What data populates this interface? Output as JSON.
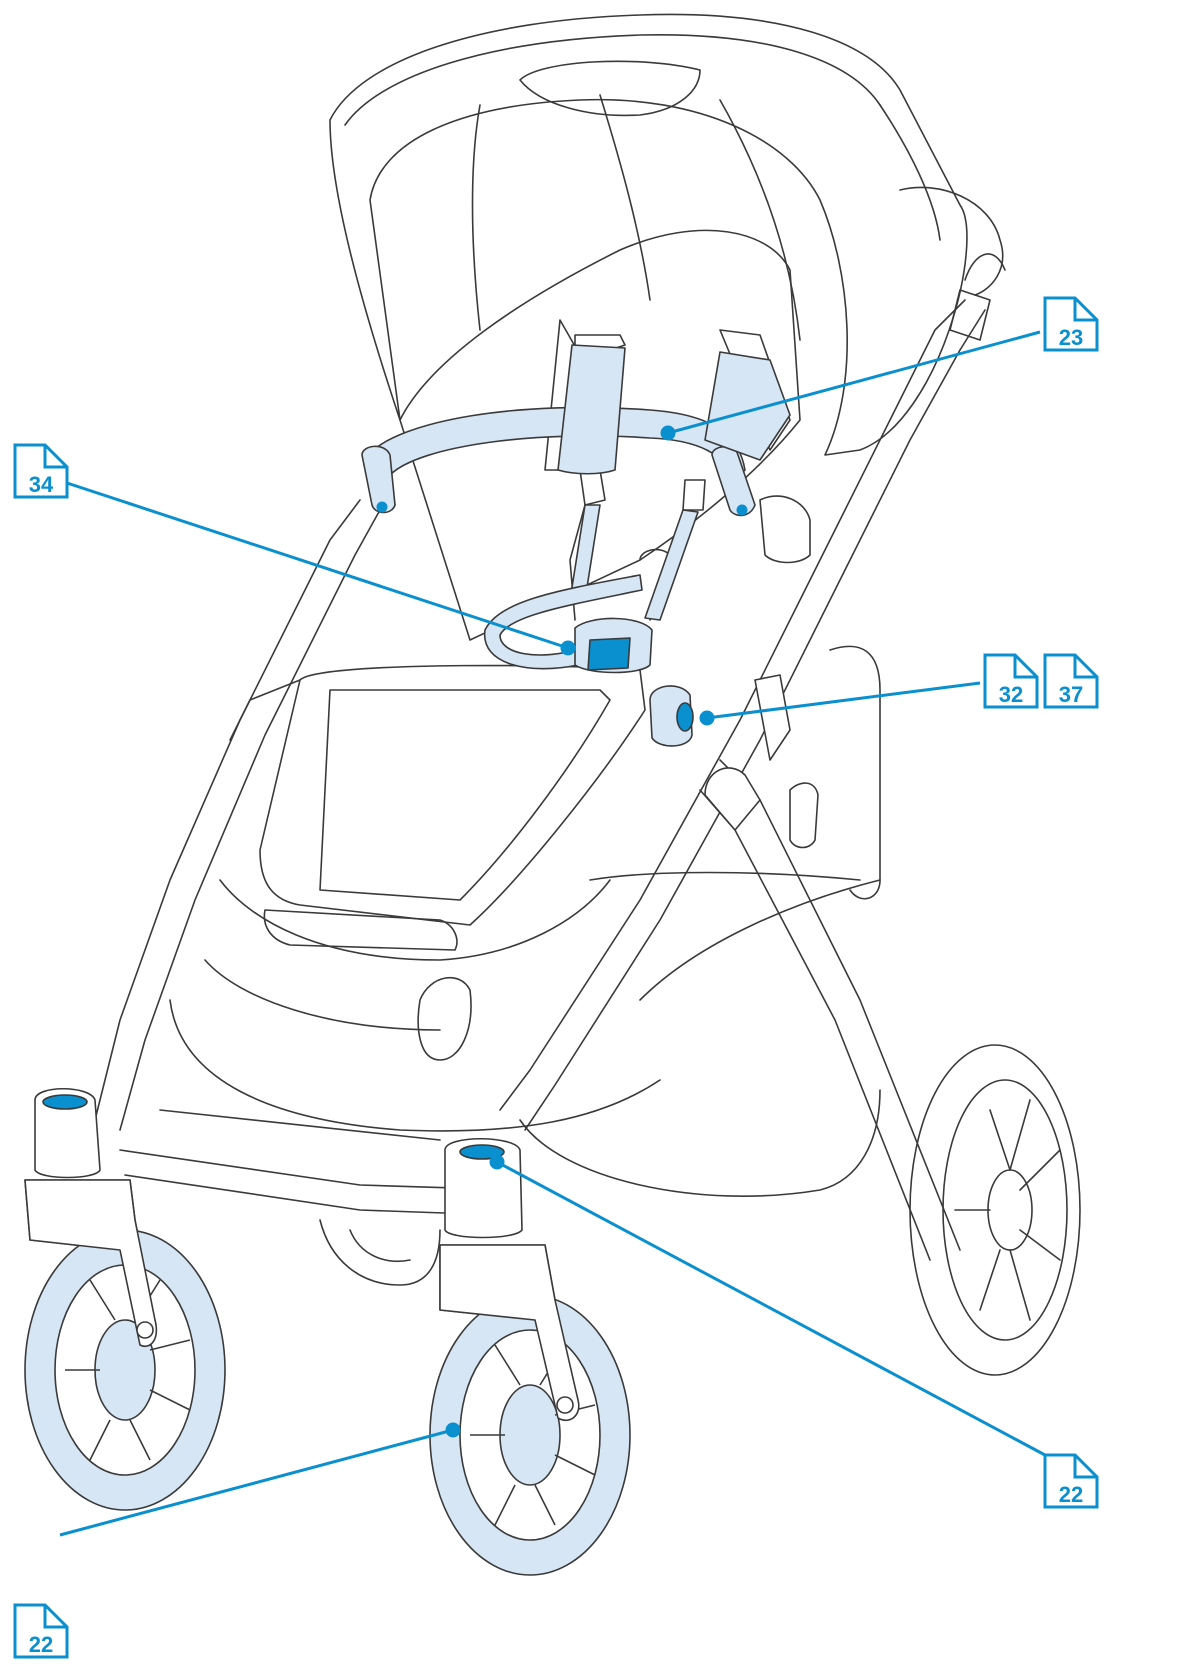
{
  "diagram": {
    "subject": "stroller",
    "accent_color": "#0a8fcf",
    "highlight_fill": "#d6e6f5",
    "line_color": "#3a3a3a"
  },
  "callouts": [
    {
      "id": "bumper-bar",
      "pages": [
        "23"
      ]
    },
    {
      "id": "harness-buckle",
      "pages": [
        "34"
      ]
    },
    {
      "id": "seat-release-button",
      "pages": [
        "32",
        "37"
      ]
    },
    {
      "id": "rear-caster-swivel",
      "pages": [
        "22"
      ]
    },
    {
      "id": "front-wheel",
      "pages": [
        "22"
      ]
    }
  ]
}
